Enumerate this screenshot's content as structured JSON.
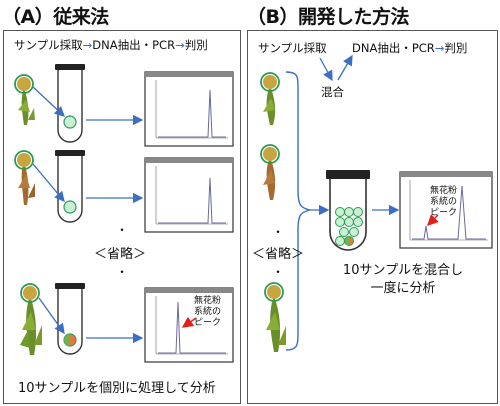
{
  "panel_a": {
    "title": "（A）従来法",
    "flow_step1": "サンプル採取",
    "flow_arrow": "→",
    "flow_step2": "DNA抽出・PCR",
    "flow_step3": "判別",
    "omitted": "＜省略＞",
    "dot": "・",
    "caption": "10サンプルを個別に処理して分析",
    "peak_label_lines": [
      "無花粉",
      "系統の",
      "ピーク"
    ]
  },
  "panel_b": {
    "title": "（B）開発した方法",
    "label_sampling": "サンプル採取",
    "label_mixing": "混合",
    "label_dna": "DNA抽出・PCR",
    "flow_arrow": "→",
    "label_judge": "判別",
    "omitted": "＜省略＞",
    "dot": "・",
    "caption_line1": "10サンプルを混合し",
    "caption_line2": "一度に分析",
    "peak_label_lines": [
      "無花粉",
      "系統の",
      "ピーク"
    ]
  },
  "colors": {
    "accent_arrow": "#3a6fc2",
    "circle_green": "#2e9a55",
    "peak_arrow": "#e0201b",
    "chromatogram_frame": "#333333"
  }
}
